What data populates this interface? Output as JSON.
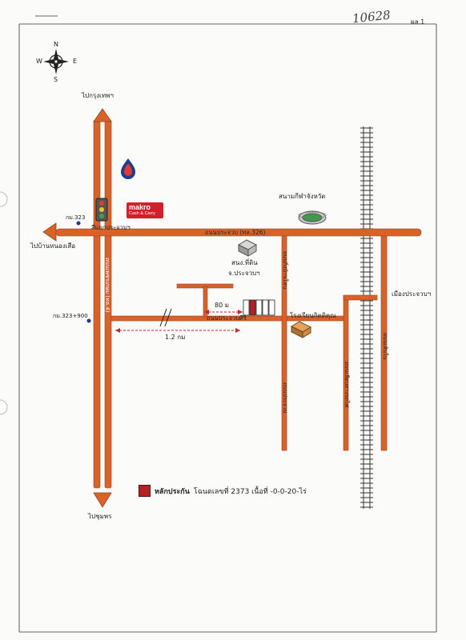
{
  "header": {
    "doc_number": "10628",
    "sheet_label": "ผล.1"
  },
  "compass": {
    "n": "N",
    "s": "S",
    "e": "E",
    "w": "W"
  },
  "labels": {
    "to_bangkok": "ไปกรุงเทพฯ",
    "to_chumphon": "ไปชุมพร",
    "to_ban_nong_suea": "ไปบ้านหนองเสือ",
    "km323": "กม.323",
    "km323_900": "กม.323+900",
    "intersection": "สี่แยกประจวบฯ",
    "main_highway": "ถนนเพชรเกษม (ทล.4)",
    "road_326": "ถนนประจวบ (ทล.326)",
    "road_prachuap": "ถนนประจวบศีรี",
    "stadium": "สนามกีฬาจังหวัด",
    "land_office_1": "สนง.ที่ดิน",
    "land_office_2": "จ.ประจวบฯ",
    "school": "โรงเรียนกิตติคุณ",
    "to_mueang": "เมืองประจวบฯ",
    "dist_80": "80 ม",
    "dist_1_2": "1.2 กม",
    "road_a": "ถนนกิ่งบ้านโสน",
    "road_b": "ถนนเลียบทางรถไฟ",
    "road_c": "ถนนเส้นใน",
    "road_d": "ถนนประจวบ"
  },
  "brand": {
    "makro_name": "makro",
    "makro_sub": "Cash & Carry",
    "makro_color": "#d0202c",
    "ptt_color": "#1b3f8f"
  },
  "legend": {
    "title": "หลักประกัน",
    "detail": "โฉนดเลขที่ 2373 เนื้อที่ -0-0-20-ไร่",
    "marker_color": "#b52024"
  },
  "colors": {
    "road": "#d9622b",
    "road_edge": "#9a4220",
    "rail": "#333333",
    "dim": "#c0282d"
  }
}
